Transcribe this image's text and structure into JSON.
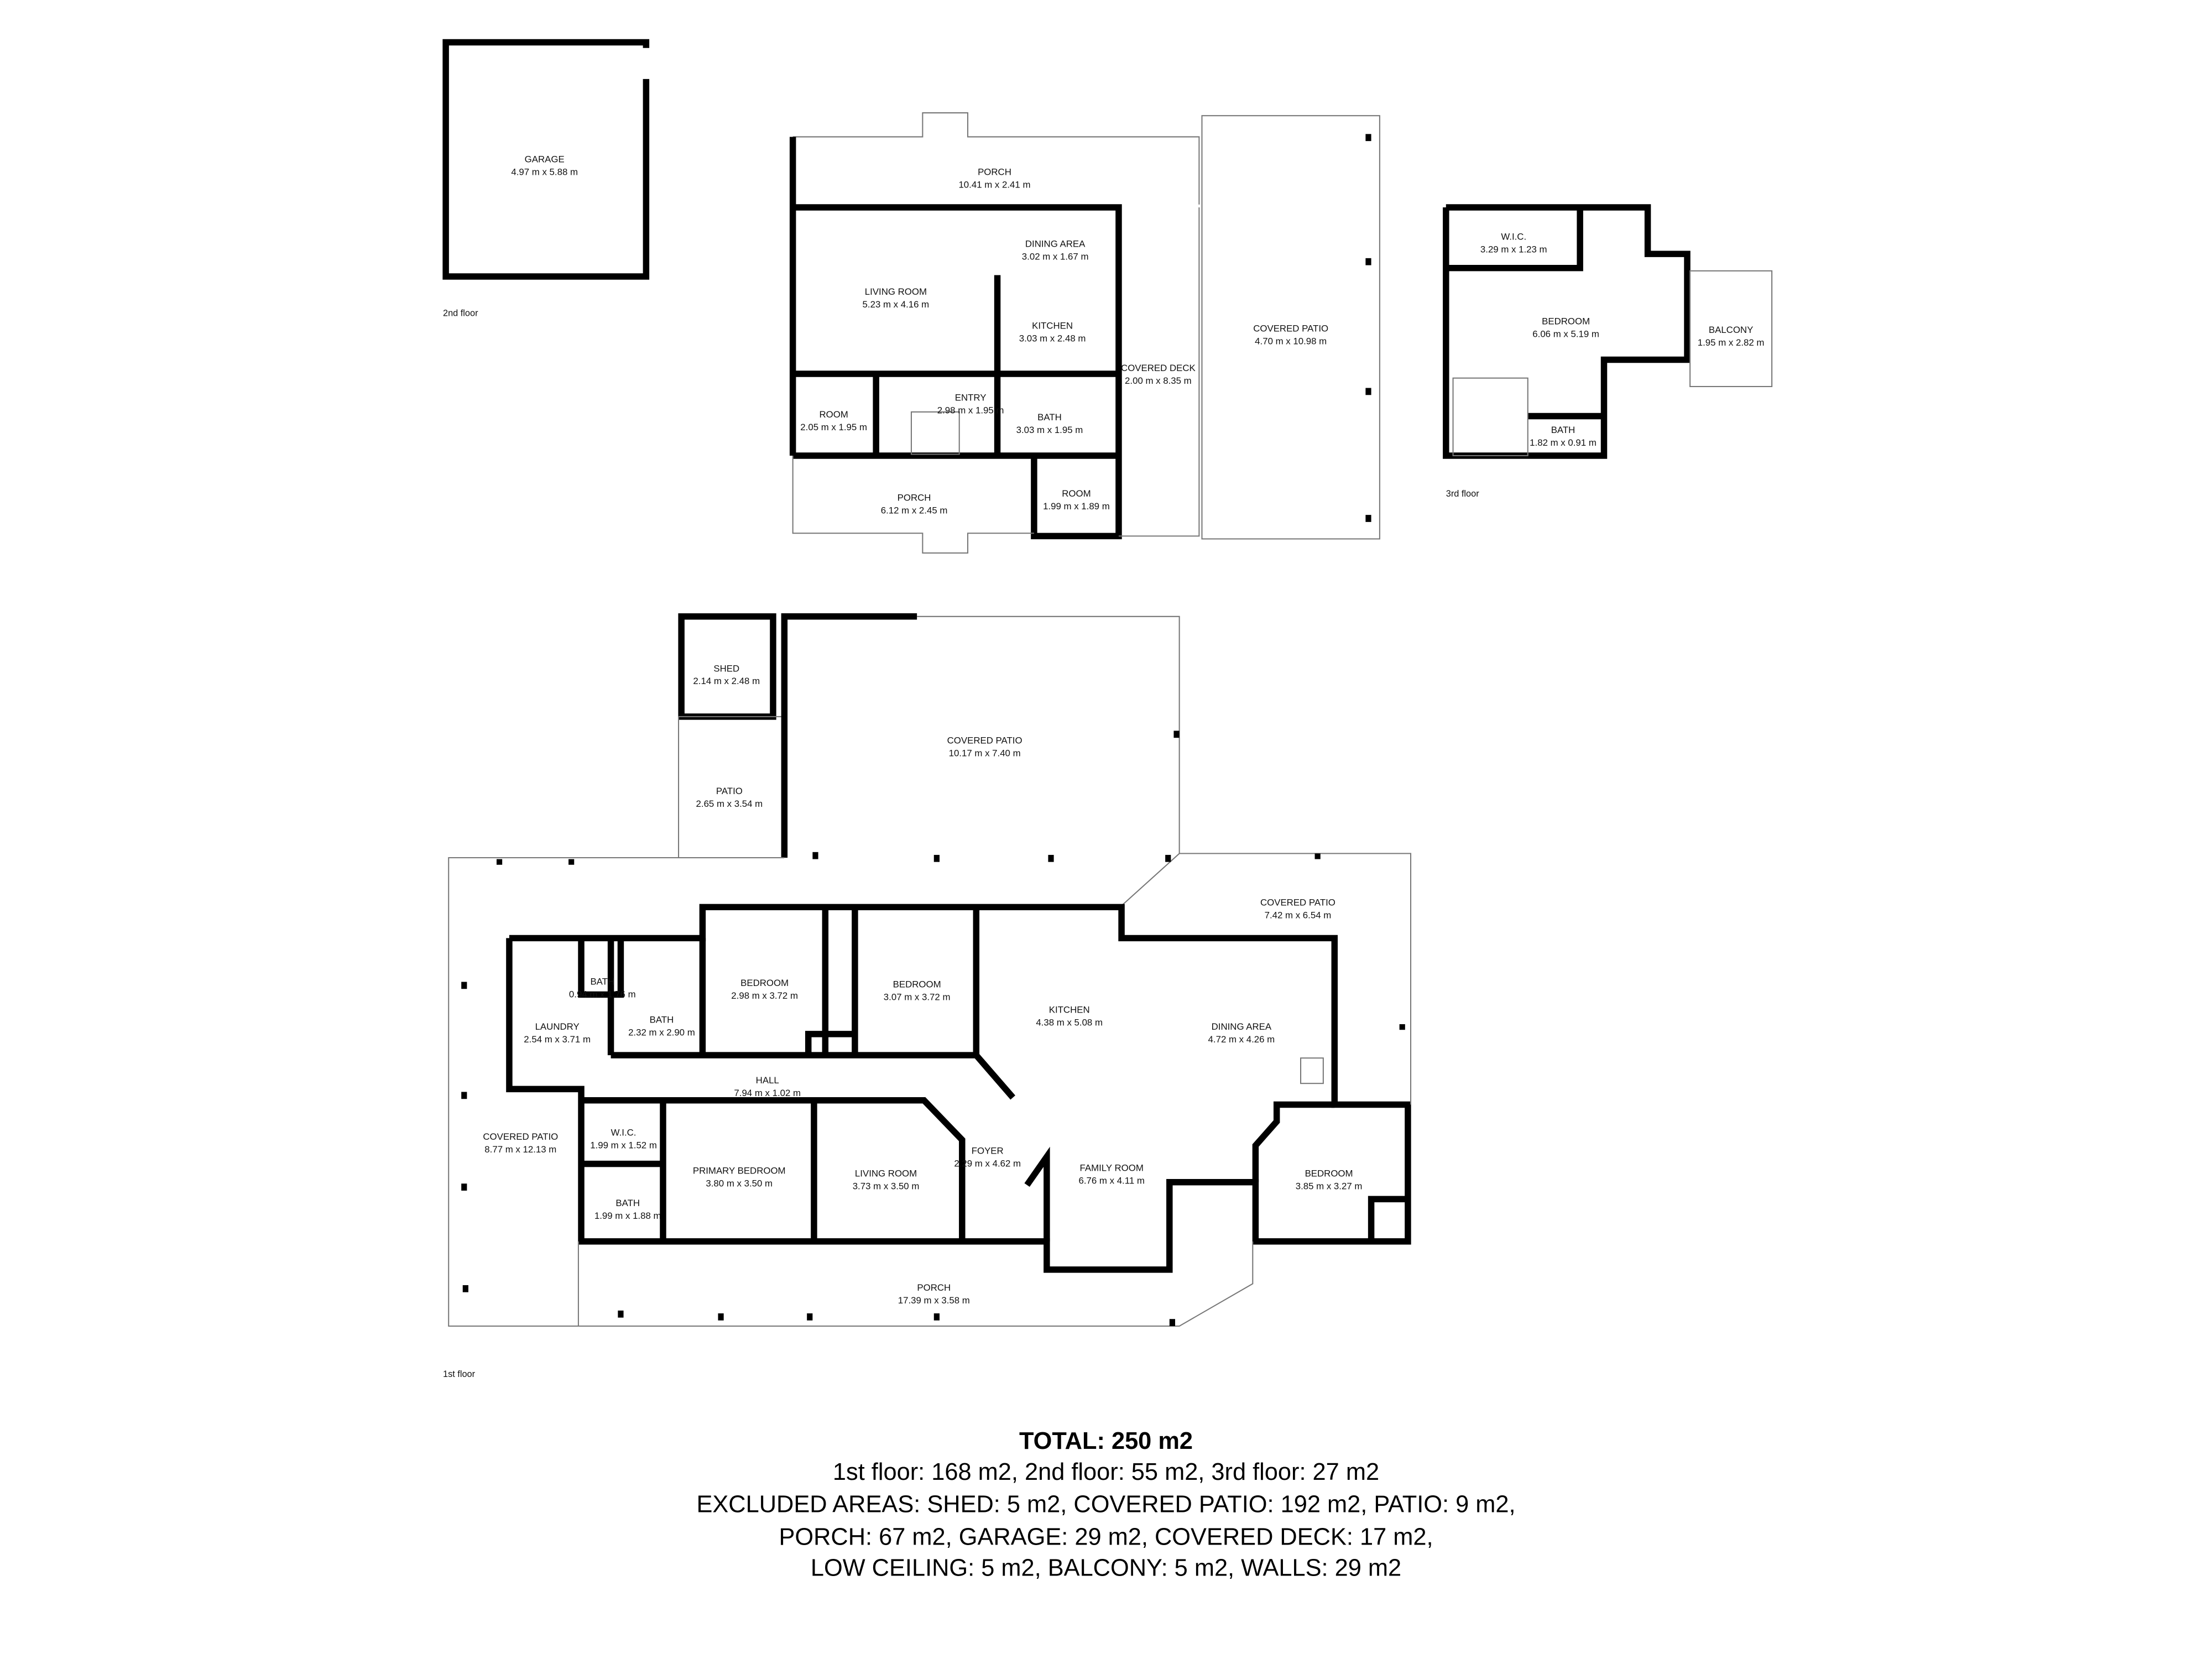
{
  "floors": {
    "first": {
      "label": "1st floor",
      "rooms": [
        {
          "name": "SHED",
          "dim": "2.14 m x 2.48 m"
        },
        {
          "name": "PATIO",
          "dim": "2.65 m x 3.54 m"
        },
        {
          "name": "COVERED PATIO",
          "dim": "10.17 m x 7.40 m"
        },
        {
          "name": "COVERED PATIO",
          "dim": "7.42 m x 6.54 m"
        },
        {
          "name": "BATH",
          "dim": "0.94 m x 1.76 m"
        },
        {
          "name": "BATH",
          "dim": "2.32 m x 2.90 m"
        },
        {
          "name": "LAUNDRY",
          "dim": "2.54 m x 3.71 m"
        },
        {
          "name": "BEDROOM",
          "dim": "2.98 m x 3.72 m"
        },
        {
          "name": "BEDROOM",
          "dim": "3.07 m x 3.72 m"
        },
        {
          "name": "KITCHEN",
          "dim": "4.38 m x 5.08 m"
        },
        {
          "name": "DINING AREA",
          "dim": "4.72 m x 4.26 m"
        },
        {
          "name": "HALL",
          "dim": "7.94 m x 1.02 m"
        },
        {
          "name": "COVERED PATIO",
          "dim": "8.77 m x 12.13 m"
        },
        {
          "name": "W.I.C.",
          "dim": "1.99 m x 1.52 m"
        },
        {
          "name": "BATH",
          "dim": "1.99 m x 1.88 m"
        },
        {
          "name": "PRIMARY BEDROOM",
          "dim": "3.80 m x 3.50 m"
        },
        {
          "name": "LIVING ROOM",
          "dim": "3.73 m x 3.50 m"
        },
        {
          "name": "FOYER",
          "dim": "2.29 m x 4.62 m"
        },
        {
          "name": "FAMILY ROOM",
          "dim": "6.76 m x 4.11 m"
        },
        {
          "name": "BEDROOM",
          "dim": "3.85 m x 3.27 m"
        },
        {
          "name": "PORCH",
          "dim": "17.39 m x 3.58 m"
        }
      ]
    },
    "second": {
      "label": "2nd floor",
      "rooms": [
        {
          "name": "GARAGE",
          "dim": "4.97 m x 5.88 m"
        },
        {
          "name": "PORCH",
          "dim": "10.41 m x 2.41 m"
        },
        {
          "name": "DINING AREA",
          "dim": "3.02 m x 1.67 m"
        },
        {
          "name": "LIVING ROOM",
          "dim": "5.23 m x 4.16 m"
        },
        {
          "name": "KITCHEN",
          "dim": "3.03 m x 2.48 m"
        },
        {
          "name": "COVERED DECK",
          "dim": "2.00 m x 8.35 m"
        },
        {
          "name": "COVERED PATIO",
          "dim": "4.70 m x 10.98 m"
        },
        {
          "name": "ROOM",
          "dim": "2.05 m x 1.95 m"
        },
        {
          "name": "ENTRY",
          "dim": "2.98 m x 1.95 m"
        },
        {
          "name": "BATH",
          "dim": "3.03 m x 1.95 m"
        },
        {
          "name": "PORCH",
          "dim": "6.12 m x 2.45 m"
        },
        {
          "name": "ROOM",
          "dim": "1.99 m x 1.89 m"
        }
      ]
    },
    "third": {
      "label": "3rd floor",
      "rooms": [
        {
          "name": "W.I.C.",
          "dim": "3.29 m x 1.23 m"
        },
        {
          "name": "BEDROOM",
          "dim": "6.06 m x 5.19 m"
        },
        {
          "name": "BALCONY",
          "dim": "1.95 m x 2.82 m"
        },
        {
          "name": "BATH",
          "dim": "1.82 m x 0.91 m"
        }
      ]
    }
  },
  "summary": {
    "total": "TOTAL: 250 m2",
    "lines": [
      "1st floor: 168 m2, 2nd floor: 55 m2, 3rd floor: 27 m2",
      "EXCLUDED AREAS: SHED: 5 m2, COVERED PATIO: 192 m2, PATIO: 9 m2,",
      "PORCH: 67 m2, GARAGE: 29 m2, COVERED DECK: 17 m2,",
      "LOW CEILING: 5 m2, BALCONY: 5 m2, WALLS: 29 m2"
    ]
  }
}
